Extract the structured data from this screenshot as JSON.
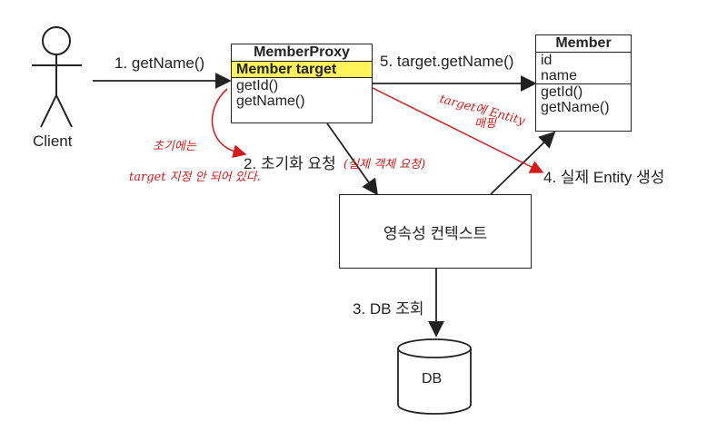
{
  "actor": {
    "label": "Client"
  },
  "proxy": {
    "title": "MemberProxy",
    "field": "Member target",
    "methods": [
      "getId()",
      "getName()"
    ]
  },
  "entity": {
    "title": "Member",
    "fields": [
      "id",
      "name"
    ],
    "methods": [
      "getId()",
      "getName()"
    ]
  },
  "context": {
    "label": "영속성 컨텍스트"
  },
  "db": {
    "label": "DB"
  },
  "steps": {
    "s1": "1. getName()",
    "s2": "2. 초기화 요청",
    "s3": "3. DB 조회",
    "s4": "4. 실제 Entity 생성",
    "s5": "5. target.getName()"
  },
  "annotations": {
    "real_request": "(실제 객체 요청)",
    "target_mapping_1": "target에 Entity",
    "target_mapping_2": "매핑",
    "initial_1": "초기에는",
    "initial_2": "target 지정 안 되어 있다."
  },
  "colors": {
    "highlight": "#fff35c",
    "annotation": "#d11a1a",
    "line": "#222222"
  }
}
